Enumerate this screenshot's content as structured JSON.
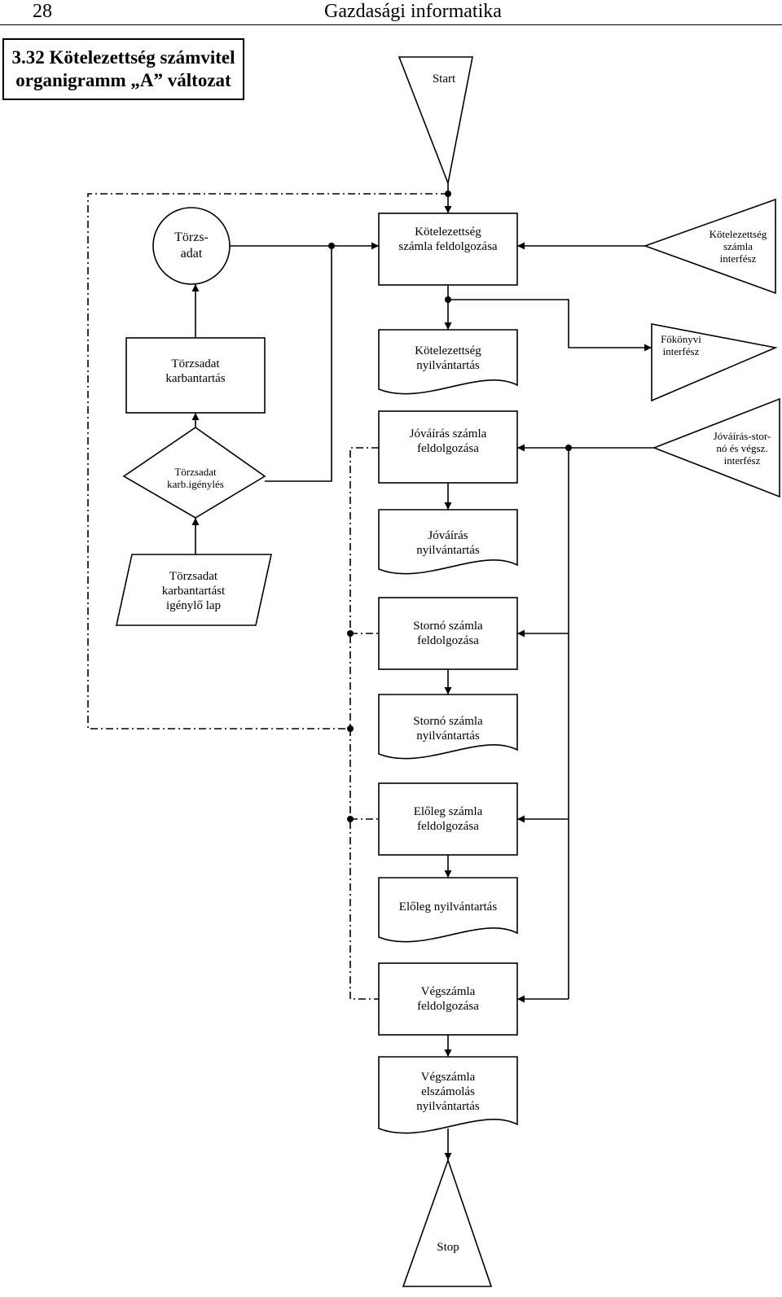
{
  "header": {
    "page_number": "28",
    "book_title": "Gazdasági informatika"
  },
  "title": {
    "line1": "3.32 Kötelezettség számvitel",
    "line2": "organigramm „A” változat"
  },
  "nodes": {
    "start": "Start",
    "torzsadat": "Törzs-\nadat",
    "kot_szamla_feldolgozasa": "Kötelezettség\nszámla feldolgozása",
    "kot_szamla_interfesz": "Kötelezettség\nszámla\ninterfész",
    "torzsadat_karbantartas": "Törzsadat\nkarbantartás",
    "kot_nyilvantartas": "Kötelezettség\nnyilvántartás",
    "fokonyvi_interfesz": "Főkönyvi\ninterfész",
    "torzsadat_karb_igenyles": "Törzsadat\nkarb.igénylés",
    "jovairas_szamla_feldolgozasa": "Jóváírás számla\nfeldolgozása",
    "jovairas_storno_interfesz": "Jóváírás-stor-\nnó és végsz.\ninterfész",
    "igenylo_lap": "Törzsadat\nkarbantartást\nigénylő lap",
    "jovairas_nyilvantartas": "Jóváírás\nnyilvántartás",
    "storno_szamla_feldolgozasa": "Stornó számla\nfeldolgozása",
    "storno_szamla_nyilvantartas": "Stornó számla\nnyilvántartás",
    "eloleg_szamla_feldolgozasa": "Előleg számla\nfeldolgozása",
    "eloleg_nyilvantartas": "Előleg nyilvántartás",
    "vegszamla_feldolgozasa": "Végszámla\nfeldolgozása",
    "vegszamla_elszamolas_nyilvantartas": "Végszámla\nelszámolás\nnyilvántartás",
    "stop": "Stop"
  }
}
